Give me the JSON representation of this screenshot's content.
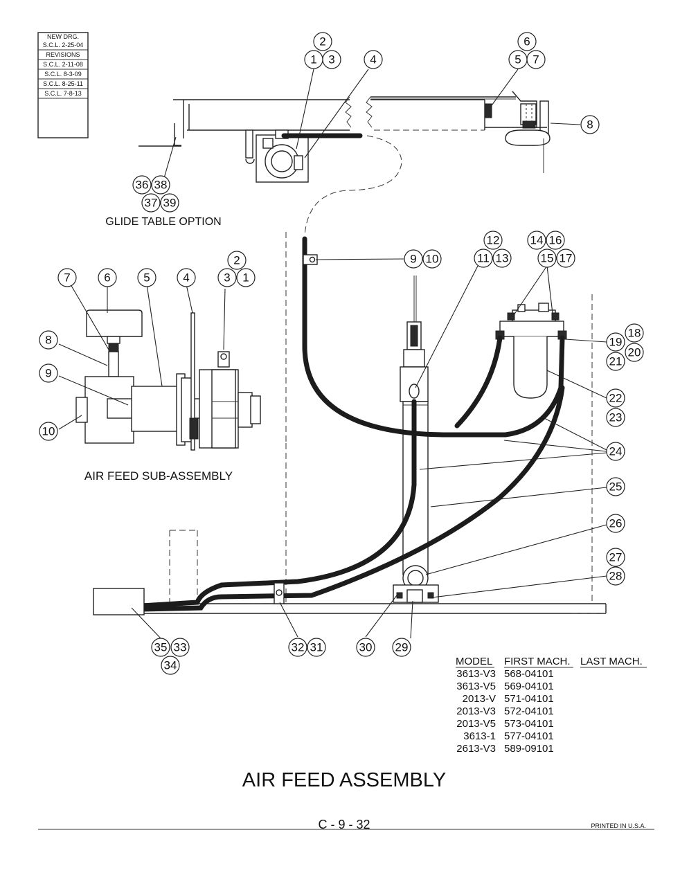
{
  "revision_block": {
    "new_drg_label": "NEW DRG.",
    "new_drg_entry": "S.C.L. 2-25-04",
    "revisions_label": "REVISIONS",
    "entries": [
      "S.C.L. 2-11-08",
      "S.C.L. 8-3-09",
      "S.C.L. 8-25-11",
      "S.C.L. 7-8-13"
    ]
  },
  "glide_table_label": "GLIDE TABLE OPTION",
  "sub_assembly_label": "AIR FEED SUB-ASSEMBLY",
  "title": "AIR FEED ASSEMBLY",
  "page_number": "C - 9 - 32",
  "printed": "PRINTED IN U.S.A.",
  "model_table": {
    "headers": [
      "MODEL",
      "FIRST MACH.",
      "LAST MACH."
    ],
    "rows": [
      [
        "3613-V3",
        "568-04101",
        ""
      ],
      [
        "3613-V5",
        "569-04101",
        ""
      ],
      [
        "2013-V",
        "571-04101",
        ""
      ],
      [
        "2013-V3",
        "572-04101",
        ""
      ],
      [
        "2013-V5",
        "573-04101",
        ""
      ],
      [
        "3613-1",
        "577-04101",
        ""
      ],
      [
        "2613-V3",
        "589-09101",
        ""
      ]
    ]
  },
  "callouts": {
    "c1a": "1",
    "c2a": "2",
    "c3a": "3",
    "c4a": "4",
    "c5a": "5",
    "c6a": "6",
    "c7a": "7",
    "c8a": "8",
    "c36": "36",
    "c37": "37",
    "c38": "38",
    "c39": "39",
    "c9a": "9",
    "c10a": "10",
    "c11": "11",
    "c12": "12",
    "c13": "13",
    "c14": "14",
    "c15": "15",
    "c16": "16",
    "c17": "17",
    "c18": "18",
    "c19": "19",
    "c20": "20",
    "c21": "21",
    "c22": "22",
    "c23": "23",
    "c24": "24",
    "c25": "25",
    "c26": "26",
    "c27": "27",
    "c28": "28",
    "c29": "29",
    "c30": "30",
    "c31": "31",
    "c32": "32",
    "c33": "33",
    "c34": "34",
    "c35": "35",
    "s7": "7",
    "s6": "6",
    "s5": "5",
    "s4": "4",
    "s3": "3",
    "s2": "2",
    "s1": "1",
    "s8": "8",
    "s9": "9",
    "s10": "10"
  }
}
